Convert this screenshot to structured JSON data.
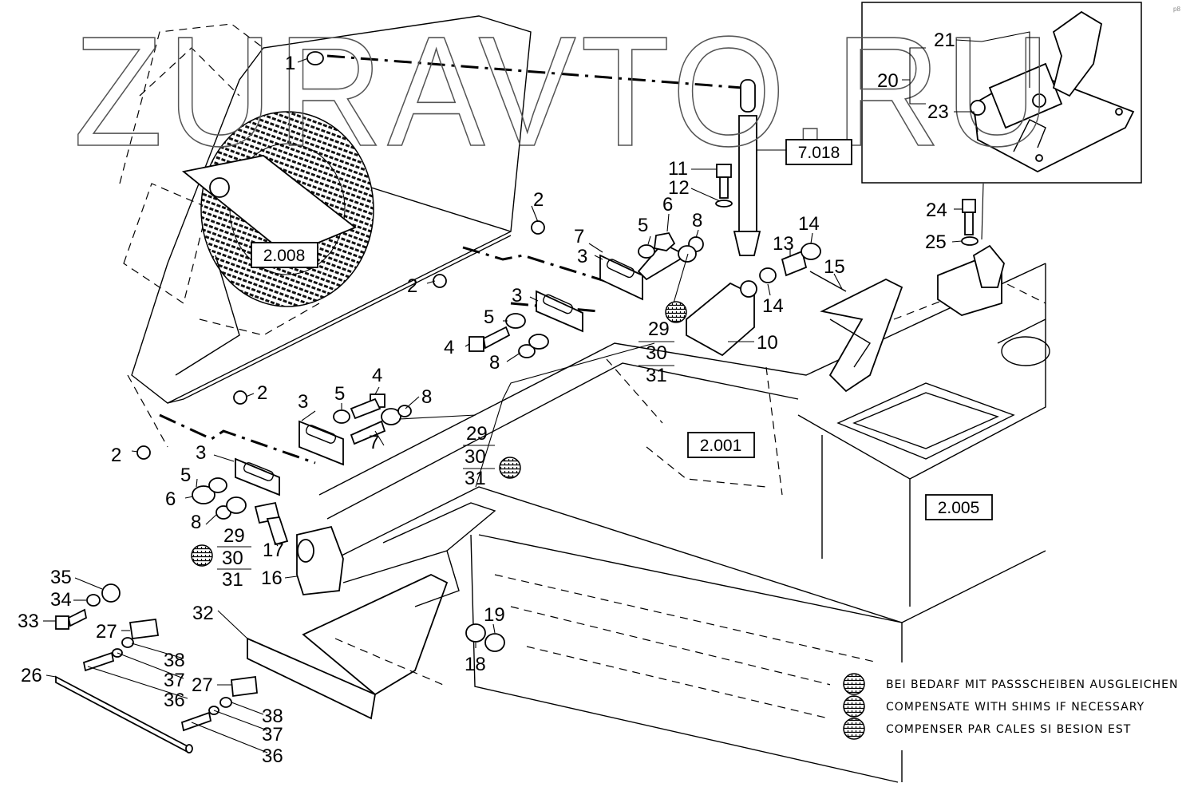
{
  "watermark": "ZURAVTO.RU",
  "corner_mark": "p8",
  "ref_boxes": [
    {
      "label": "7.018"
    },
    {
      "label": "2.008"
    },
    {
      "label": "2.001"
    },
    {
      "label": "2.005"
    }
  ],
  "callouts": [
    {
      "label": "1"
    },
    {
      "label": "2"
    },
    {
      "label": "2"
    },
    {
      "label": "2"
    },
    {
      "label": "2"
    },
    {
      "label": "3"
    },
    {
      "label": "3"
    },
    {
      "label": "3"
    },
    {
      "label": "3"
    },
    {
      "label": "4"
    },
    {
      "label": "4"
    },
    {
      "label": "5"
    },
    {
      "label": "5"
    },
    {
      "label": "5"
    },
    {
      "label": "5"
    },
    {
      "label": "6"
    },
    {
      "label": "6"
    },
    {
      "label": "7"
    },
    {
      "label": "7"
    },
    {
      "label": "8"
    },
    {
      "label": "8"
    },
    {
      "label": "8"
    },
    {
      "label": "8"
    },
    {
      "label": "10"
    },
    {
      "label": "11"
    },
    {
      "label": "12"
    },
    {
      "label": "13"
    },
    {
      "label": "14"
    },
    {
      "label": "14"
    },
    {
      "label": "15"
    },
    {
      "label": "16"
    },
    {
      "label": "17"
    },
    {
      "label": "18"
    },
    {
      "label": "19"
    },
    {
      "label": "20"
    },
    {
      "label": "21"
    },
    {
      "label": "23"
    },
    {
      "label": "24"
    },
    {
      "label": "25"
    },
    {
      "label": "26"
    },
    {
      "label": "27"
    },
    {
      "label": "27"
    },
    {
      "label": "29"
    },
    {
      "label": "30"
    },
    {
      "label": "31"
    },
    {
      "label": "29"
    },
    {
      "label": "30"
    },
    {
      "label": "31"
    },
    {
      "label": "29"
    },
    {
      "label": "30"
    },
    {
      "label": "31"
    },
    {
      "label": "32"
    },
    {
      "label": "33"
    },
    {
      "label": "34"
    },
    {
      "label": "35"
    },
    {
      "label": "36"
    },
    {
      "label": "36"
    },
    {
      "label": "37"
    },
    {
      "label": "37"
    },
    {
      "label": "38"
    },
    {
      "label": "38"
    }
  ],
  "legend": {
    "lines": [
      "BEI BEDARF MIT PASSSCHEIBEN AUSGLEICHEN",
      "COMPENSATE WITH SHIMS IF NECESSARY",
      "COMPENSER PAR CALES SI BESION EST"
    ]
  },
  "icons": {
    "shim": "shim-symbol-icon",
    "pattern": "hatched-disc"
  },
  "colors": {
    "ink": "#000000",
    "paper": "#ffffff",
    "watermark": "#555555"
  }
}
